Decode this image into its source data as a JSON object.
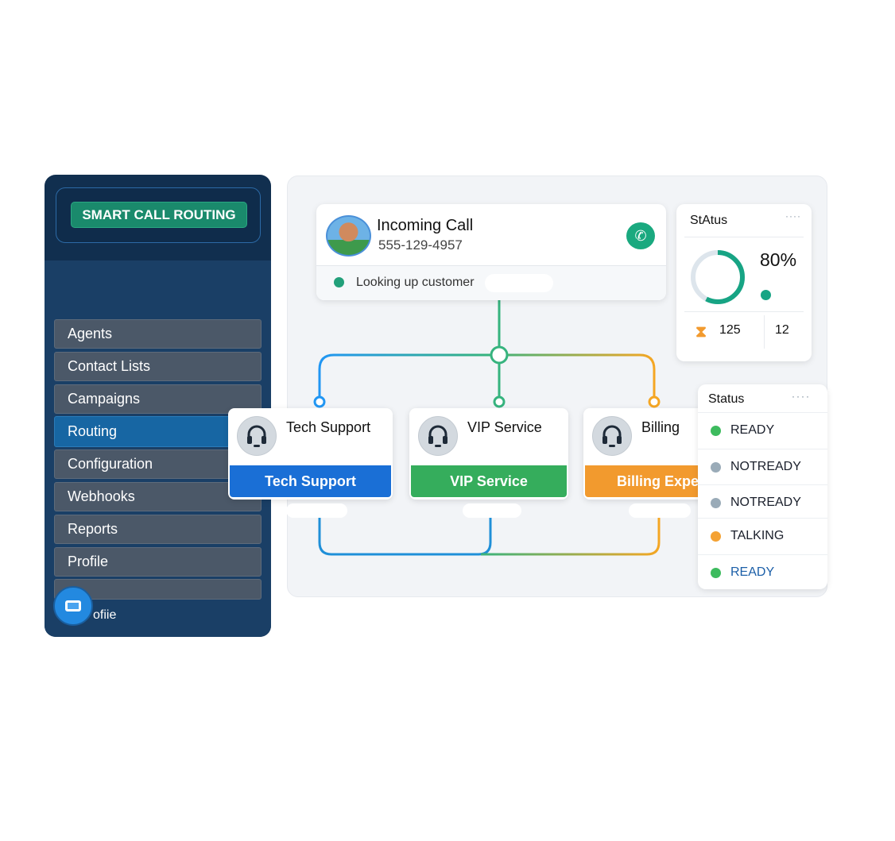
{
  "sidebar": {
    "brand": "SMART CALL ROUTING",
    "items": [
      {
        "label": "Agents"
      },
      {
        "label": "Contact Lists"
      },
      {
        "label": "Campaigns"
      },
      {
        "label": "Routing"
      },
      {
        "label": "Configuration"
      },
      {
        "label": "Webhooks"
      },
      {
        "label": "Reports"
      },
      {
        "label": "Profile"
      }
    ],
    "footer_label": "ofiie"
  },
  "call": {
    "title": "Incoming Call",
    "number": "555-129-4957",
    "status": "Looking up customer"
  },
  "status_widget": {
    "title": "StAtus",
    "menu": "····",
    "percent": "80%",
    "percent_value": 80,
    "waiting": "125",
    "count": "12"
  },
  "agents": [
    {
      "name": "Tech Support",
      "bar": "Tech Support",
      "color": "#1a6fd6"
    },
    {
      "name": "VIP Service",
      "bar": "VIP Service",
      "color": "#35ad5c"
    },
    {
      "name": "Billing",
      "bar": "Billing Expe",
      "color": "#f29a2e"
    }
  ],
  "status_list": {
    "title": "Status",
    "menu": "····",
    "rows": [
      {
        "label": "READY",
        "color": "#3dbb5e"
      },
      {
        "label": "NOTREADY",
        "color": "#9aabb8"
      },
      {
        "label": "NOTREADY",
        "color": "#9aabb8"
      },
      {
        "label": "TALKING",
        "color": "#f4a233"
      },
      {
        "label": "READY",
        "color": "#3dbb5e"
      }
    ]
  }
}
